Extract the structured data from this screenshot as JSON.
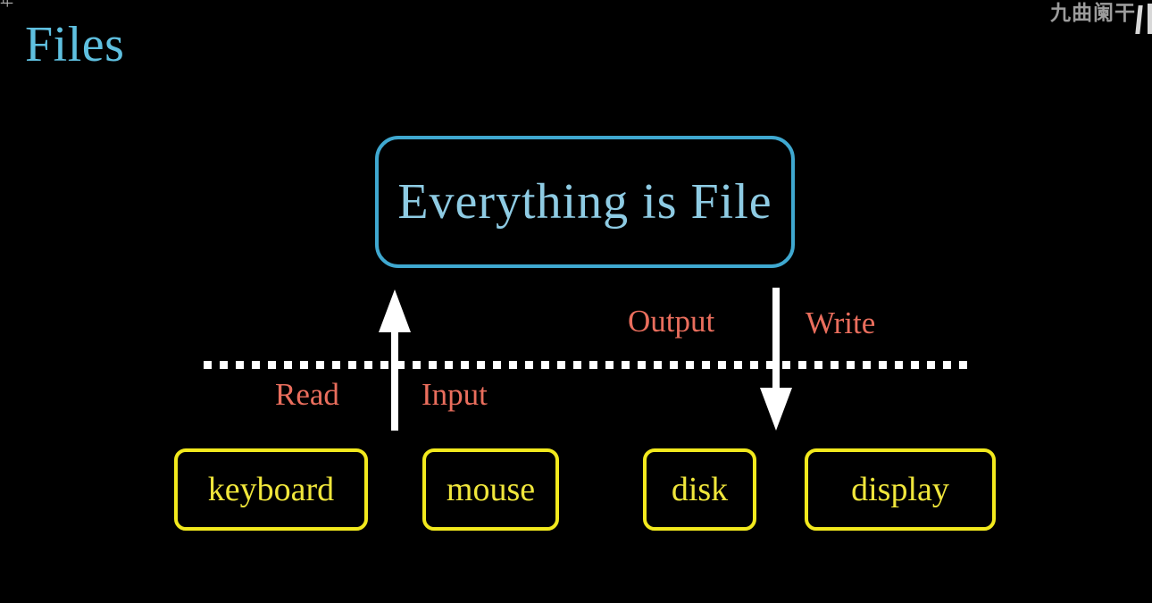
{
  "slide": {
    "title": "Files",
    "background_color": "#000000"
  },
  "watermark": {
    "text": "九曲阑干",
    "color": "#9c9c9c",
    "logo_icon": "channel-logo-icon"
  },
  "corner": {
    "glyph": "年"
  },
  "concept": {
    "label": "Everything is File",
    "border_color": "#3fa8d0",
    "text_color": "#8ecbe3"
  },
  "separator": {
    "style": "dotted",
    "color": "#ffffff"
  },
  "flows": [
    {
      "id": "input-flow",
      "direction": "up",
      "arrow_color": "#ffffff",
      "left_label": "Read",
      "right_label": "Input",
      "label_color": "#ea6e5d"
    },
    {
      "id": "output-flow",
      "direction": "down",
      "arrow_color": "#ffffff",
      "left_label": "Output",
      "right_label": "Write",
      "label_color": "#ea6e5d"
    }
  ],
  "devices": [
    {
      "id": "keyboard",
      "label": "keyboard",
      "border_color": "#f2e91d",
      "text_color": "#f0e63b"
    },
    {
      "id": "mouse",
      "label": "mouse",
      "border_color": "#f2e91d",
      "text_color": "#f0e63b"
    },
    {
      "id": "disk",
      "label": "disk",
      "border_color": "#f2e91d",
      "text_color": "#f0e63b"
    },
    {
      "id": "display",
      "label": "display",
      "border_color": "#f2e91d",
      "text_color": "#f0e63b"
    }
  ]
}
